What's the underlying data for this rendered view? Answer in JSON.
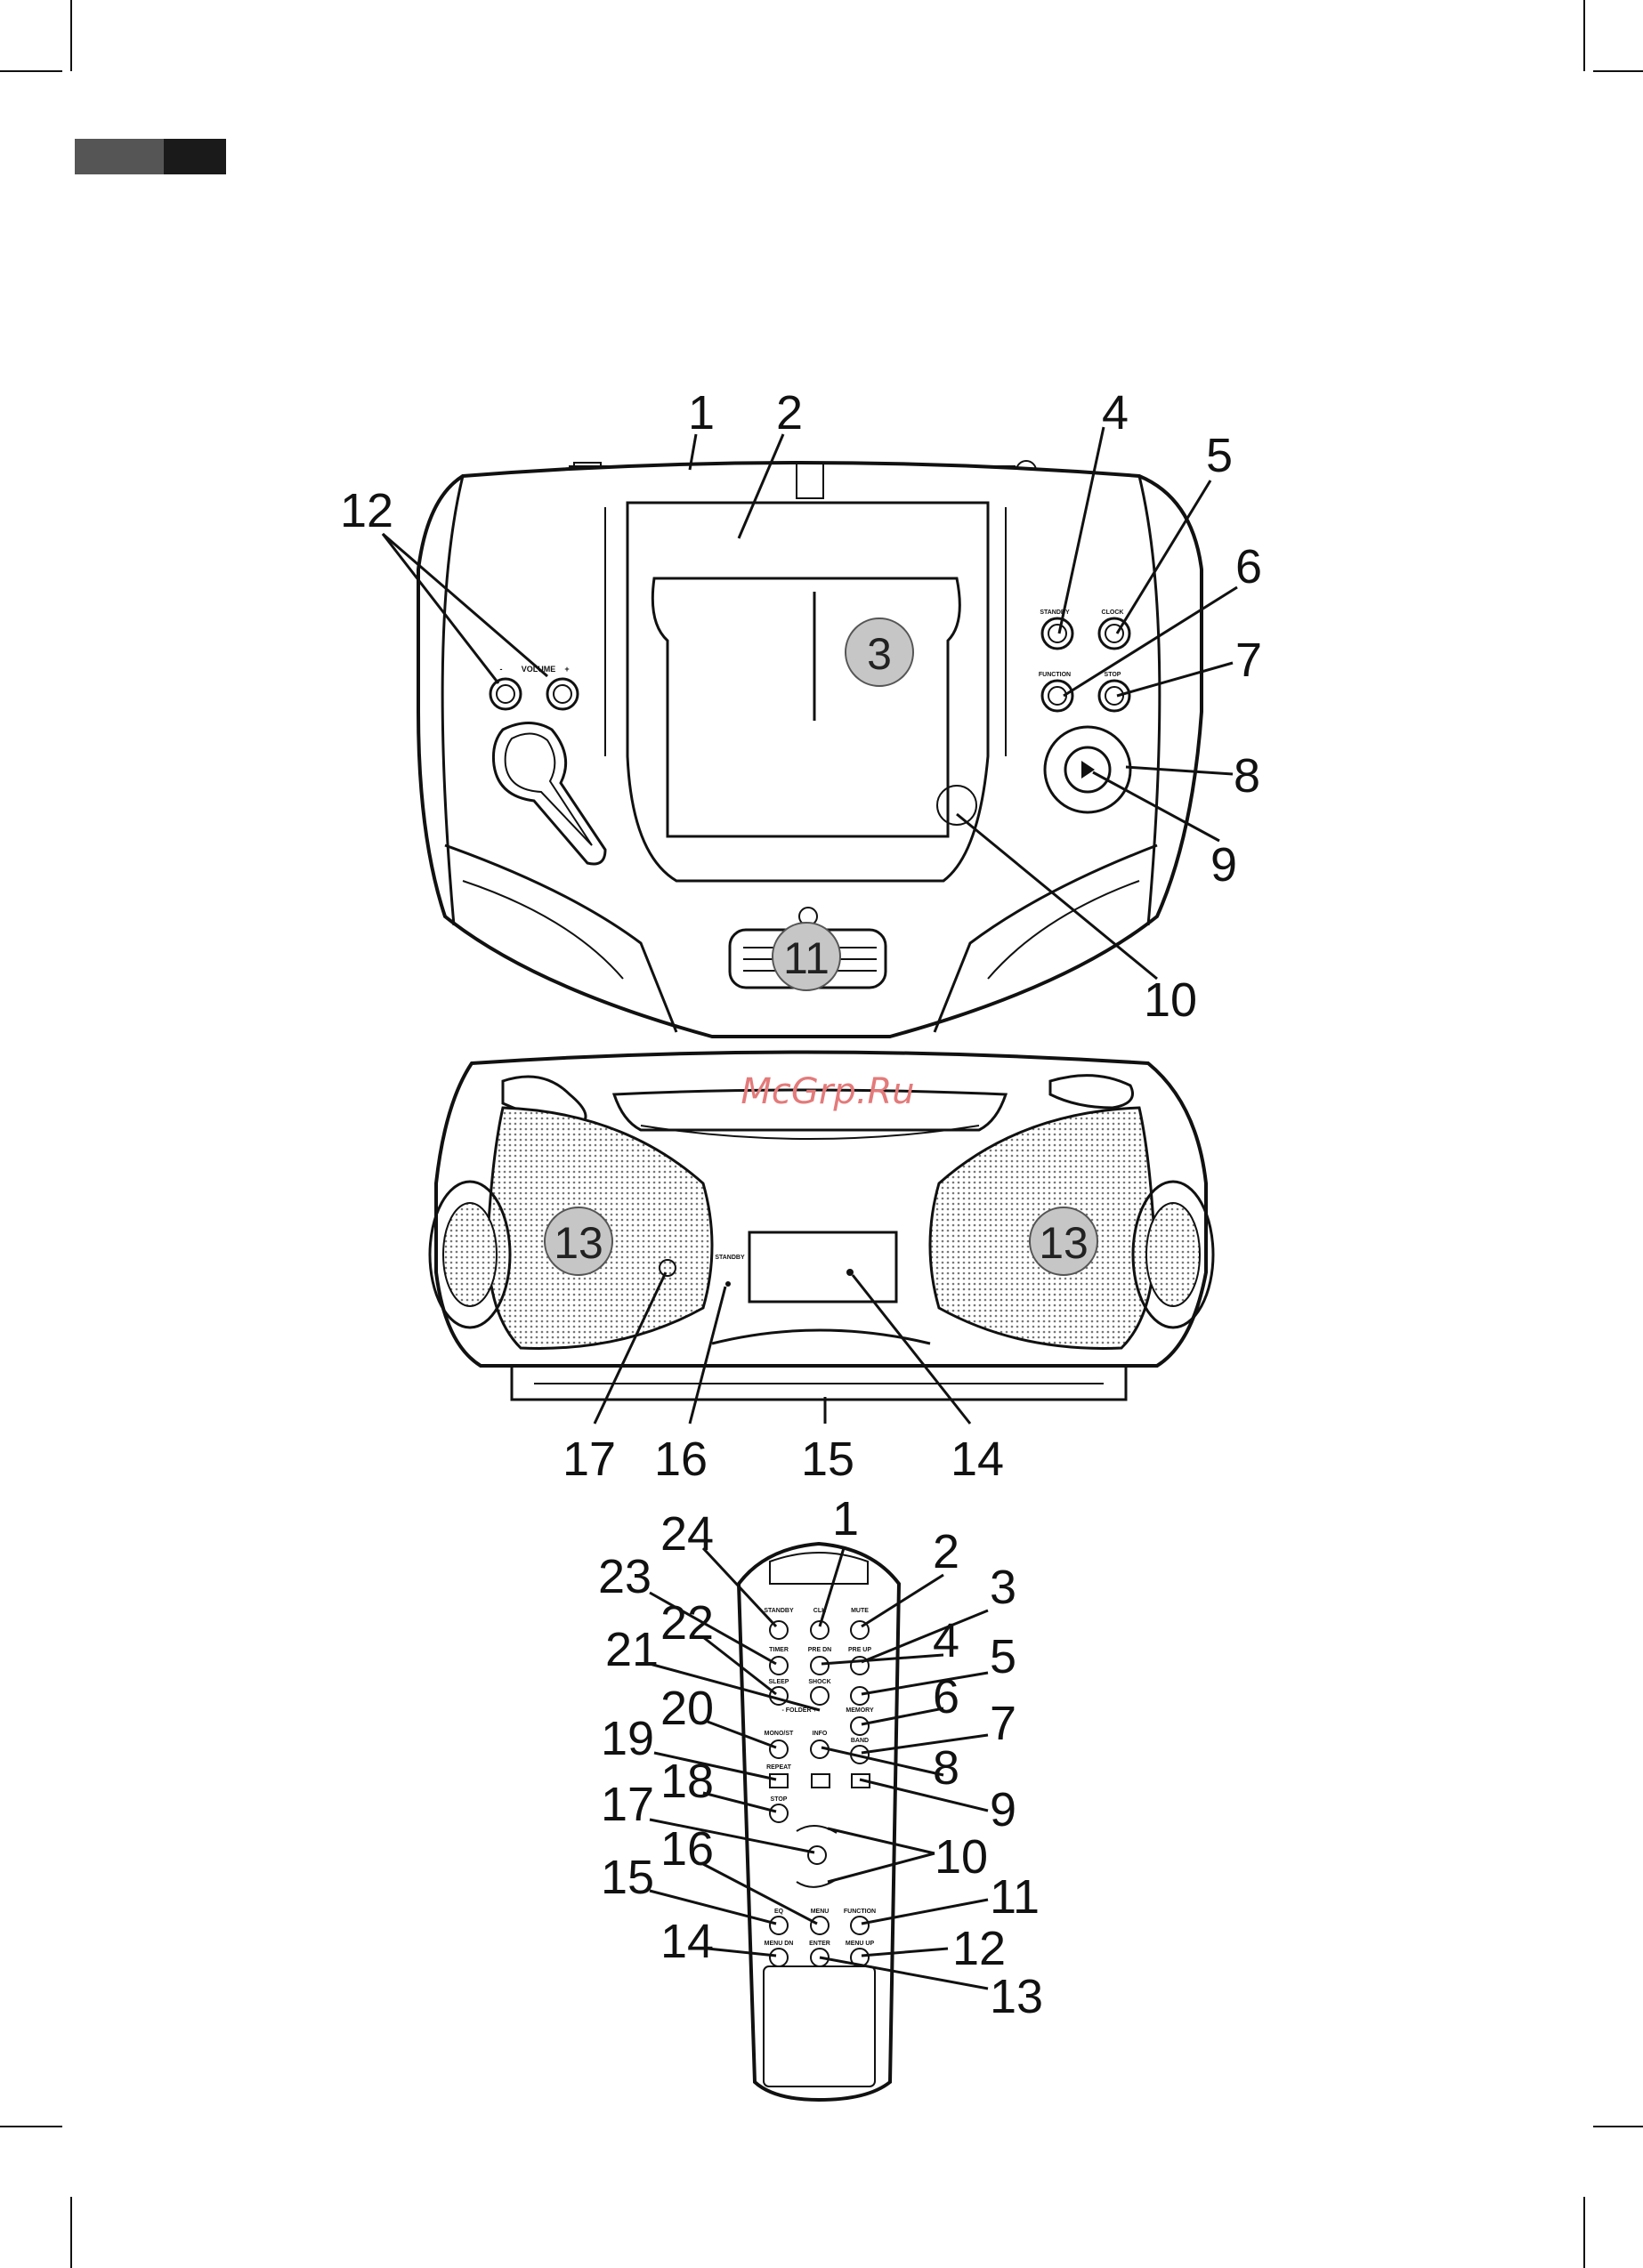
{
  "watermark": "McGrp.Ru",
  "top_unit": {
    "buttons": {
      "standby": "STANDBY",
      "clock": "CLOCK",
      "function": "FUNCTION",
      "stop": "STOP",
      "volume": "VOLUME",
      "minus": "-",
      "plus": "+"
    },
    "callouts": [
      "1",
      "2",
      "4",
      "5",
      "6",
      "7",
      "8",
      "9",
      "10",
      "12"
    ],
    "bubbles": [
      "3",
      "11"
    ]
  },
  "front_unit": {
    "standby_label": "STANDBY",
    "callouts": [
      "17",
      "16",
      "15",
      "14"
    ],
    "bubbles": [
      "13",
      "13"
    ]
  },
  "remote": {
    "buttons": {
      "standby": "STANDBY",
      "clk": "CLK",
      "mute": "MUTE",
      "timer": "TIMER",
      "pre_dn": "PRE DN",
      "pre_up": "PRE UP",
      "sleep": "SLEEP",
      "shock": "SHOCK",
      "folder": "- FOLDER +",
      "memory": "MEMORY",
      "mono_st": "MONO/ST",
      "info": "INFO",
      "band": "BAND",
      "repeat": "REPEAT",
      "stop": "STOP",
      "eq": "EQ",
      "menu": "MENU",
      "function": "FUNCTION",
      "menu_dn": "MENU DN",
      "enter": "ENTER",
      "menu_up": "MENU UP"
    },
    "left_callouts": [
      "24",
      "23",
      "22",
      "21",
      "20",
      "19",
      "18",
      "17",
      "16",
      "15",
      "14"
    ],
    "right_callouts": [
      "1",
      "2",
      "3",
      "4",
      "5",
      "6",
      "7",
      "8",
      "9",
      "10",
      "11",
      "12",
      "13"
    ]
  }
}
